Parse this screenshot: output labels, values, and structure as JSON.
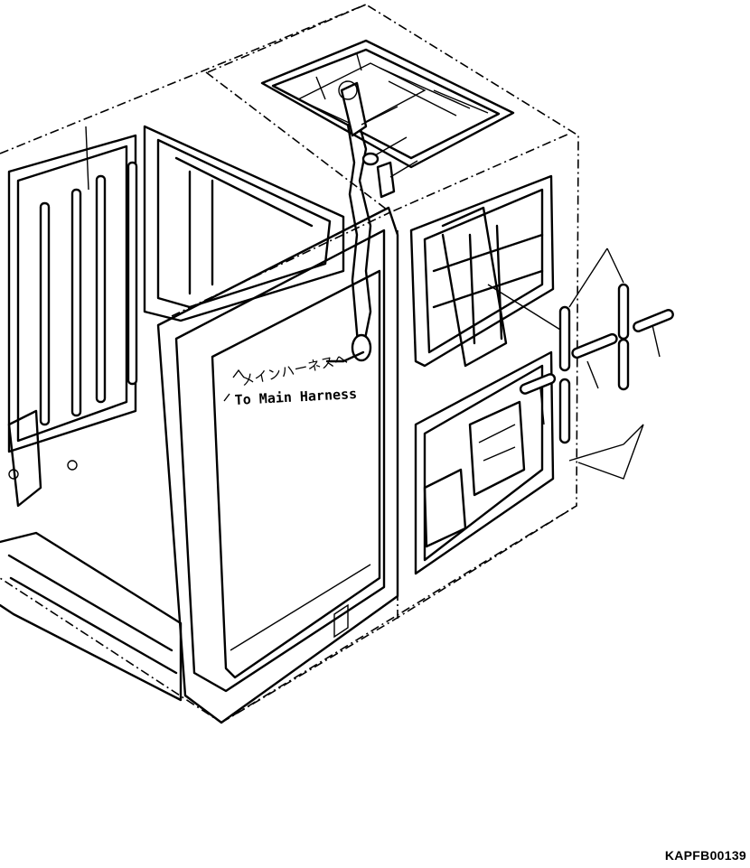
{
  "annotation": {
    "jp_text": "メインハーネスへ",
    "en_text": "To Main Harness"
  },
  "figure_code": "KAPFB00139"
}
